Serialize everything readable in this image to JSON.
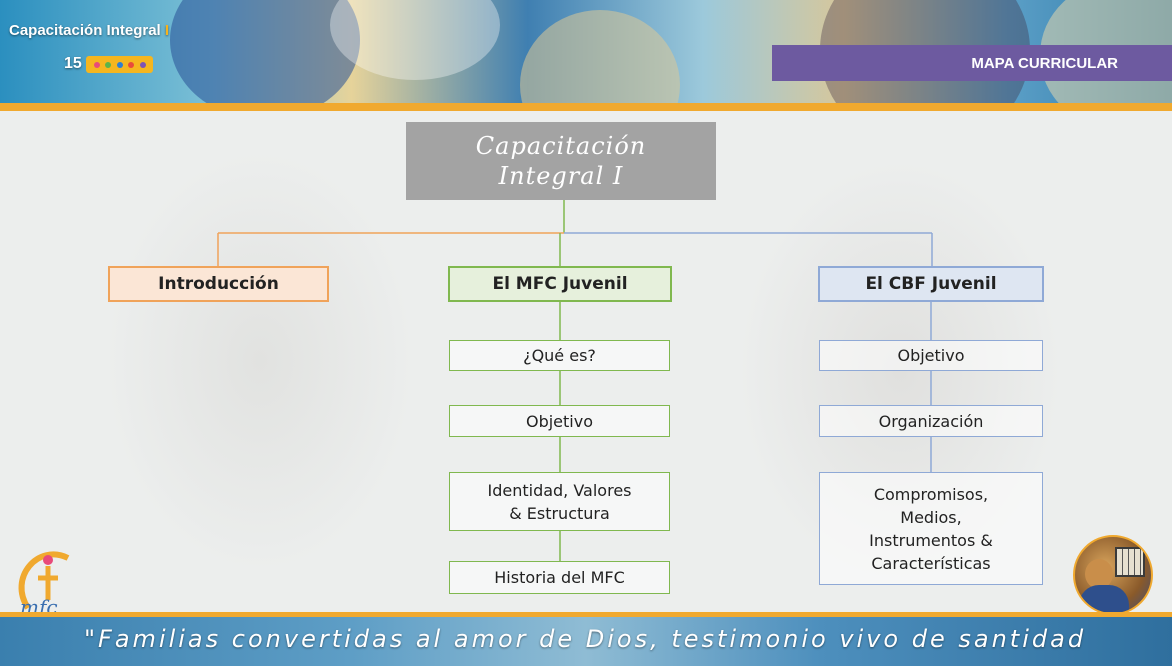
{
  "header": {
    "app_title": "Capacitación Integral",
    "app_title_bar": "I",
    "page_number": "15",
    "section": "MAPA CURRICULAR",
    "dots": [
      "#e84a7a",
      "#5bb44a",
      "#2f7fd0",
      "#e94b3c",
      "#7d55b5"
    ]
  },
  "diagram": {
    "root": "Capacitación\nIntegral I",
    "branches": [
      {
        "title": "Introducción",
        "items": []
      },
      {
        "title": "El MFC Juvenil",
        "items": [
          "¿Qué es?",
          "Objetivo",
          "Identidad, Valores\n& Estructura",
          "Historia del MFC"
        ]
      },
      {
        "title": "El CBF Juvenil",
        "items": [
          "Objetivo",
          "Organización",
          "Compromisos,\nMedios,\nInstrumentos &\nCaracterísticas"
        ]
      }
    ]
  },
  "footer": {
    "motto": "\"Familias convertidas al amor de Dios, testimonio vivo de santidad"
  },
  "colors": {
    "orange": "#f0a35a",
    "green": "#80b84f",
    "blue": "#8fa9d6",
    "purple": "#6d5aa0",
    "accent": "#f0a92f"
  },
  "icons": {
    "logo": "mfc-logo",
    "avatar": "presenter-photo"
  }
}
